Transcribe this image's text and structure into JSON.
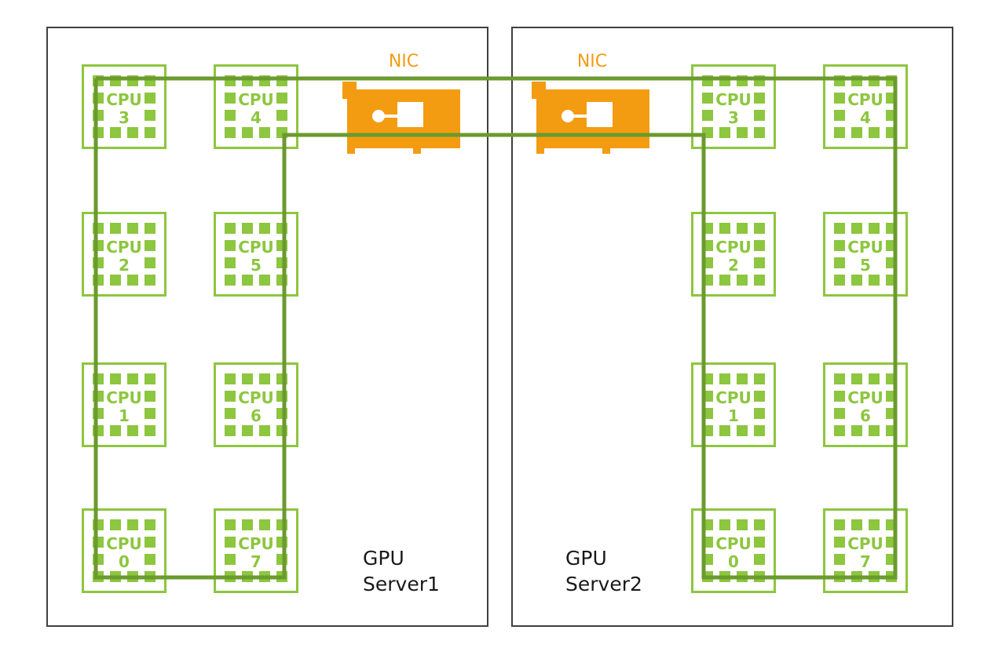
{
  "colors": {
    "chip_green": "#8dc63f",
    "ring_green": "#6b9a2e",
    "nic_orange": "#f39c12",
    "box_border": "#404040",
    "text_dark": "#1a1a1a"
  },
  "servers": [
    {
      "id": "server1",
      "label_line1": "GPU",
      "label_line2": "Server1",
      "nic_label": "NIC",
      "chips": [
        {
          "label": "CPU",
          "number": "3"
        },
        {
          "label": "CPU",
          "number": "4"
        },
        {
          "label": "CPU",
          "number": "2"
        },
        {
          "label": "CPU",
          "number": "5"
        },
        {
          "label": "CPU",
          "number": "1"
        },
        {
          "label": "CPU",
          "number": "6"
        },
        {
          "label": "CPU",
          "number": "0"
        },
        {
          "label": "CPU",
          "number": "7"
        }
      ]
    },
    {
      "id": "server2",
      "label_line1": "GPU",
      "label_line2": "Server2",
      "nic_label": "NIC",
      "chips": [
        {
          "label": "CPU",
          "number": "3"
        },
        {
          "label": "CPU",
          "number": "4"
        },
        {
          "label": "CPU",
          "number": "2"
        },
        {
          "label": "CPU",
          "number": "5"
        },
        {
          "label": "CPU",
          "number": "1"
        },
        {
          "label": "CPU",
          "number": "6"
        },
        {
          "label": "CPU",
          "number": "0"
        },
        {
          "label": "CPU",
          "number": "7"
        }
      ]
    }
  ]
}
